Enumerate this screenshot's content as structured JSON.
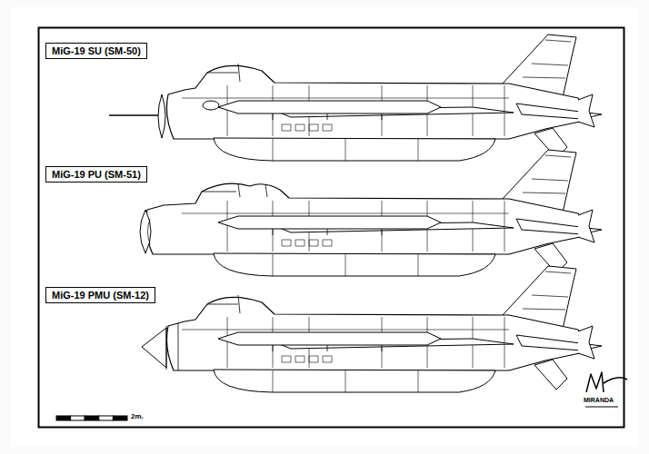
{
  "diagram": {
    "nodes": [
      {
        "text": [
          "MiG-19 SU (SM-50)"
        ]
      },
      {
        "text": [
          "MiG-19 PU (SM-51)"
        ]
      },
      {
        "text": [
          "MiG-19 PMU (SM-12)"
        ]
      }
    ],
    "labels": [
      "2m.",
      "MIRANDA"
    ]
  }
}
